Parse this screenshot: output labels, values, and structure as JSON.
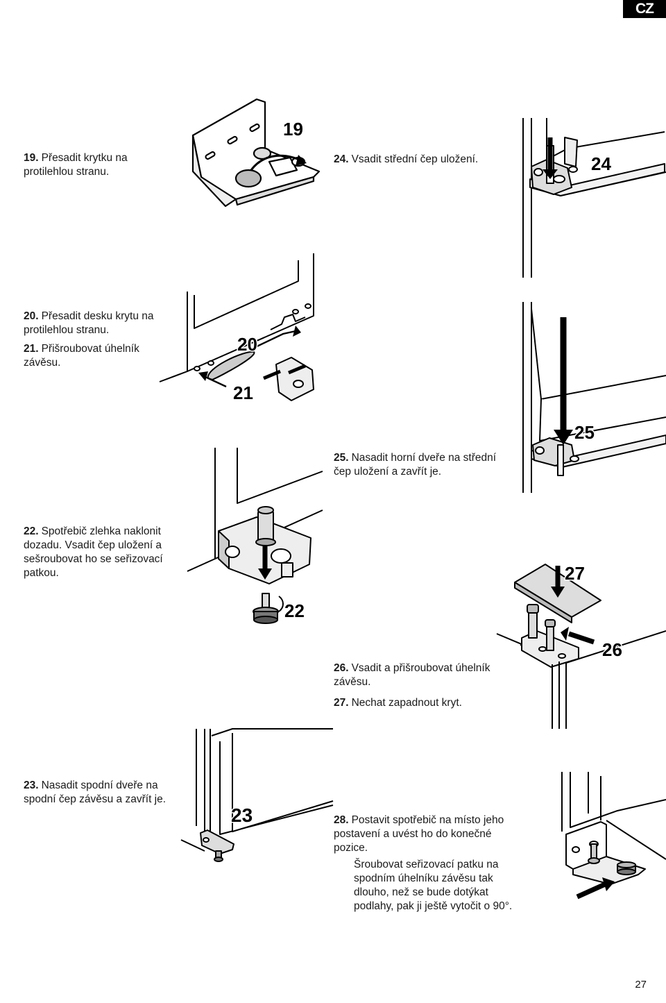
{
  "header": {
    "lang": "CZ"
  },
  "steps": {
    "s19": {
      "num": "19.",
      "text": "Přesadit krytku na protilehlou stranu.",
      "label": "19"
    },
    "s20": {
      "num": "20.",
      "text": "Přesadit desku krytu na protilehlou stranu.",
      "label": "20"
    },
    "s21": {
      "num": "21.",
      "text": "Přišroubovat úhelník závěsu.",
      "label": "21"
    },
    "s22": {
      "num": "22.",
      "text": "Spotřebič zlehka naklonit dozadu. Vsadit čep uložení a sešroubovat ho se seřizovací patkou.",
      "label": "22"
    },
    "s23": {
      "num": "23.",
      "text": "Nasadit spodní dveře na spodní čep závěsu a zavřít je.",
      "label": "23"
    },
    "s24": {
      "num": "24.",
      "text": "Vsadit střední čep uložení.",
      "label": "24"
    },
    "s25": {
      "num": "25.",
      "text": "Nasadit horní dveře na střední čep uložení a zavřít je.",
      "label": "25"
    },
    "s26": {
      "num": "26.",
      "text": "Vsadit a přišroubovat úhelník závěsu.",
      "label": "26"
    },
    "s27": {
      "num": "27.",
      "text": "Nechat zapadnout kryt.",
      "label": "27"
    },
    "s28": {
      "num": "28.",
      "text": "Postavit spotřebič na místo jeho postavení a uvést ho do konečné pozice.",
      "text2": "Šroubovat seřizovací patku na spodním úhelníku závěsu tak dlouho, než se bude dotýkat podlahy, pak ji ještě vytočit o 90°."
    }
  },
  "footer": {
    "page_number": "27"
  }
}
